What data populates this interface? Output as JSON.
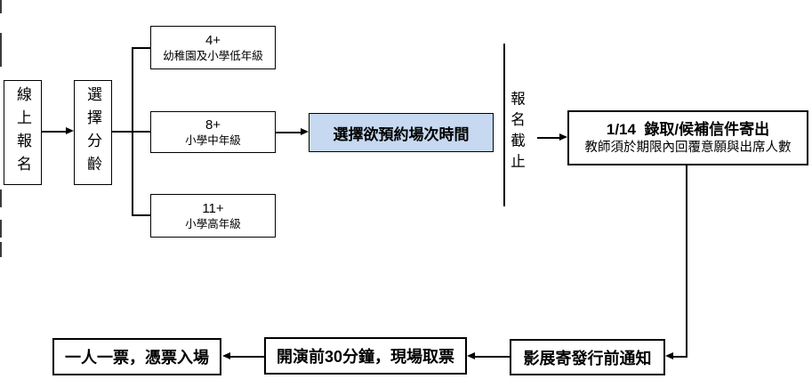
{
  "colors": {
    "line": "#000000",
    "highlight_fill": "#c6d9f0",
    "box_background": "#ffffff"
  },
  "nodes": {
    "online_registration": {
      "label": "線上報名"
    },
    "choose_age": {
      "label": "選擇分齡"
    },
    "age_groups": [
      {
        "age": "4+",
        "desc": "幼稚園及小學低年級"
      },
      {
        "age": "8+",
        "desc": "小學中年級"
      },
      {
        "age": "11+",
        "desc": "小學高年級"
      }
    ],
    "select_session": {
      "label": "選擇欲預約場次時間"
    },
    "registration_deadline": {
      "label": "報名截止"
    },
    "acceptance_mail": {
      "title": "1/14  錄取/候補信件寄出",
      "subtitle": "教師須於期限內回覆意願與出席人數"
    },
    "pre_release_notice": {
      "label": "影展寄發行前通知"
    },
    "onsite_pickup": {
      "label": "開演前30分鐘，現場取票"
    },
    "one_ticket": {
      "label": "一人一票，憑票入場"
    }
  }
}
